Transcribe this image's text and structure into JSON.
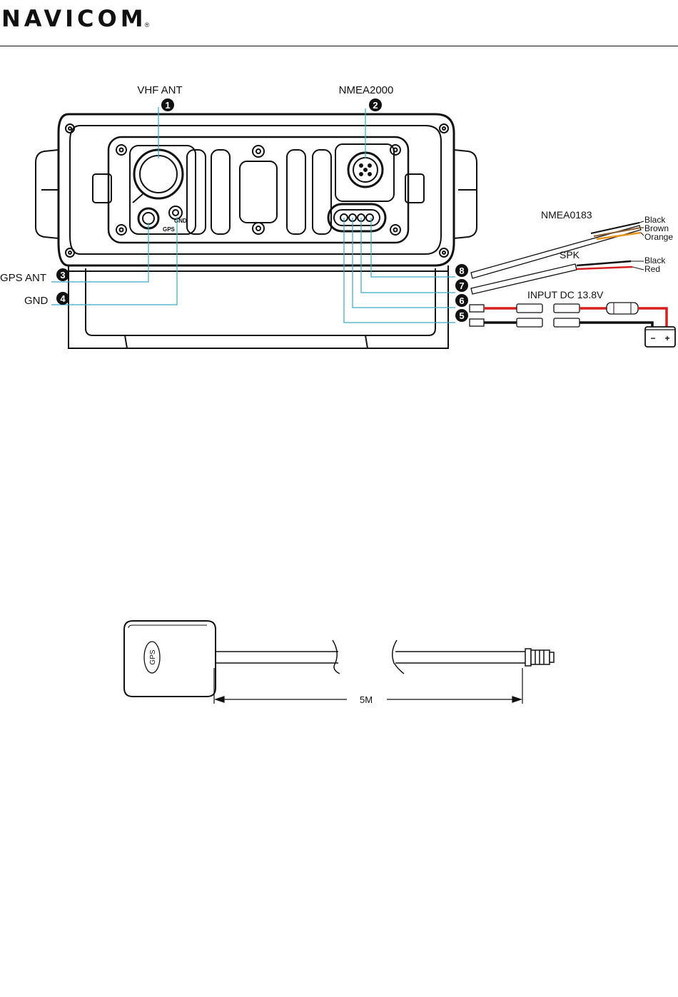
{
  "header": {
    "brand": "NAVICOM",
    "registered_mark": "®"
  },
  "ports": [
    {
      "num": "1",
      "label": "VHF ANT"
    },
    {
      "num": "2",
      "label": "NMEA2000"
    },
    {
      "num": "3",
      "label": "GPS ANT"
    },
    {
      "num": "4",
      "label": "GND"
    },
    {
      "num": "5",
      "label": ""
    },
    {
      "num": "6",
      "label": ""
    },
    {
      "num": "7",
      "label": ""
    },
    {
      "num": "8",
      "label": ""
    }
  ],
  "panel_marks": {
    "gps": "GPS",
    "gnd": "GND"
  },
  "cables": {
    "nmea0183": {
      "title": "NMEA0183",
      "wires": [
        "Black",
        "Brown",
        "Orange"
      ]
    },
    "spk": {
      "title": "SPK",
      "wires": [
        "Black",
        "Red"
      ]
    },
    "input_dc": {
      "title": "INPUT DC 13.8V",
      "battery_minus": "−",
      "battery_plus": "+"
    }
  },
  "gps_antenna": {
    "puck_label": "GPS",
    "cable_length": "5M"
  },
  "colors": {
    "ink": "#111111",
    "leader": "#3aa6c8",
    "red_wire": "#d6201f",
    "orange_wire": "#e8901a",
    "brown_wire": "#8b5a2b"
  }
}
